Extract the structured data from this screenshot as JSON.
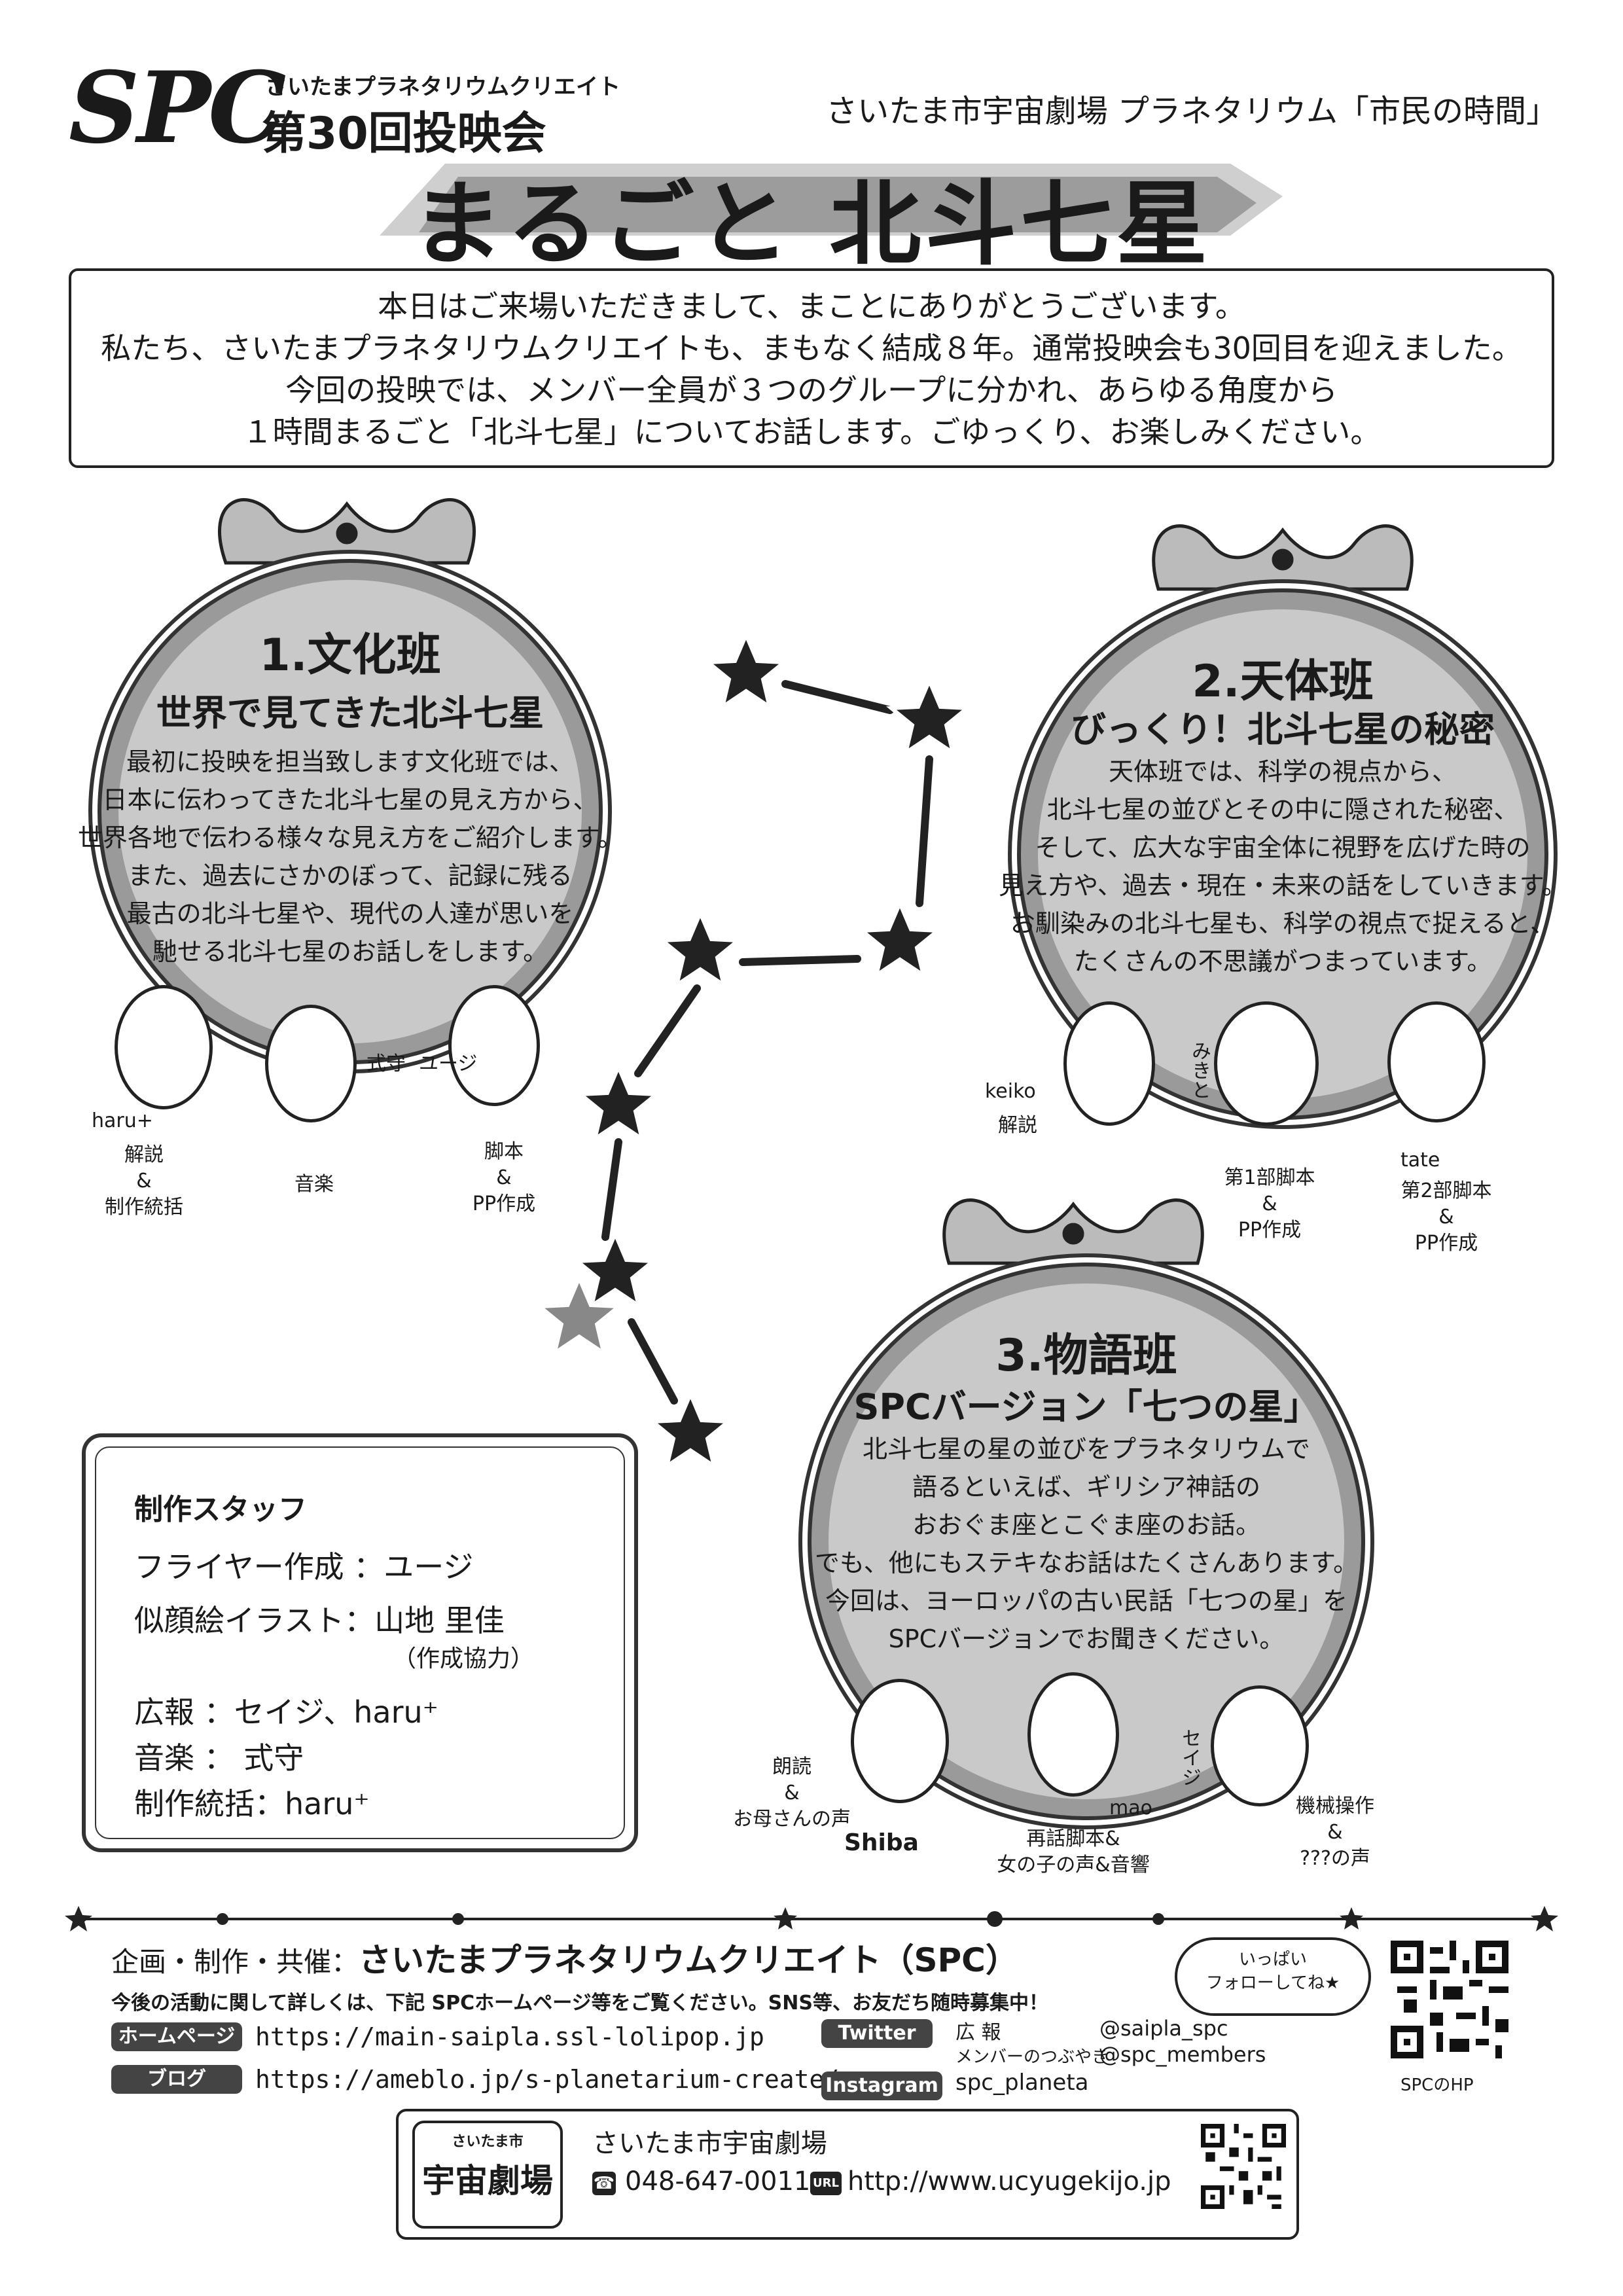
{
  "header": {
    "logo": "SPC",
    "org_small": "さいたまプラネタリウムクリエイト",
    "event_no": "第30回投映会",
    "venue": "さいたま市宇宙劇場 プラネタリウム「市民の時間」",
    "title": "まるごと 北斗七星"
  },
  "intro": {
    "lines": [
      "本日はご来場いただきまして、まことにありがとうございます。",
      "私たち、さいたまプラネタリウムクリエイトも、まもなく結成８年。通常投映会も30回目を迎えました。",
      "今回の投映では、メンバー全員が３つのグループに分かれ、あらゆる角度から",
      "１時間まるごと「北斗七星」についてお話します。ごゆっくり、お楽しみください。"
    ]
  },
  "groups": [
    {
      "title": "1.文化班",
      "subtitle": "世界で見てきた北斗七星",
      "lines": [
        "最初に投映を担当致します文化班では、",
        "日本に伝わってきた北斗七星の見え方から、",
        "世界各地で伝わる様々な見え方をご紹介します。",
        "また、過去にさかのぼって、記録に残る",
        "最古の北斗七星や、現代の人達が思いを",
        "馳せる北斗七星のお話しをします。"
      ],
      "members": [
        {
          "name": "haru+",
          "role": [
            "解説",
            "&",
            "制作統括"
          ]
        },
        {
          "name": "式守",
          "role": [
            "音楽"
          ]
        },
        {
          "name": "ユージ",
          "role": [
            "脚本",
            "&",
            "PP作成"
          ]
        }
      ]
    },
    {
      "title": "2.天体班",
      "subtitle": "びっくり！北斗七星の秘密",
      "lines": [
        "天体班では、科学の視点から、",
        "北斗七星の並びとその中に隠された秘密、",
        "そして、広大な宇宙全体に視野を広げた時の",
        "見え方や、過去・現在・未来の話をしていきます。",
        "お馴染みの北斗七星も、科学の視点で捉えると、",
        "たくさんの不思議がつまっています。"
      ],
      "members": [
        {
          "name": "keiko",
          "role": [
            "解説"
          ]
        },
        {
          "name": "みきと",
          "role": [
            "第1部脚本",
            "&",
            "PP作成"
          ]
        },
        {
          "name": "tate",
          "role": [
            "第2部脚本",
            "&",
            "PP作成"
          ]
        }
      ]
    },
    {
      "title": "3.物語班",
      "subtitle": "SPCバージョン「七つの星」",
      "lines": [
        "北斗七星の星の並びをプラネタリウムで",
        "語るといえば、ギリシア神話の",
        "おおぐま座とこぐま座のお話。",
        "でも、他にもステキなお話はたくさんあります。",
        "今回は、ヨーロッパの古い民話「七つの星」を",
        "SPCバージョンでお聞きください。"
      ],
      "members": [
        {
          "name": "Shiba",
          "role": [
            "朗読",
            "&",
            "お母さんの声"
          ]
        },
        {
          "name": "mao",
          "role": [
            "再話脚本&",
            "女の子の声&音響"
          ]
        },
        {
          "name": "セイジ",
          "role": [
            "機械操作",
            "&",
            "???の声"
          ]
        }
      ]
    }
  ],
  "staff": {
    "title": "制作スタッフ",
    "flyer": "フライヤー作成 ：ユージ",
    "illust": "似顔絵イラスト：山地 里佳",
    "illust_note": "（作成協力）",
    "pr": "広報 ：セイジ、haru⁺",
    "music": "音楽 ： 式守",
    "director": "制作統括：haru⁺"
  },
  "footer": {
    "producer_label": "企画・制作・共催：",
    "producer": "さいたまプラネタリウムクリエイト（SPC）",
    "note": "今後の活動に関して詳しくは、下記 SPCホームページ等をご覧ください。SNS等、お友だち随時募集中！",
    "hp_label": "ホームページ",
    "hp_url": "https://main-saipla.ssl-lolipop.jp",
    "blog_label": "ブログ",
    "blog_url": "https://ameblo.jp/s-planetarium-create/",
    "twitter_label": "Twitter",
    "tw_pr_label": "広 報",
    "tw_pr": "@saipla_spc",
    "tw_mem_label": "メンバーのつぶやき",
    "tw_mem": "@spc_members",
    "insta_label": "Instagram",
    "insta": "spc_planeta",
    "bubble_l1": "いっぱい",
    "bubble_l2": "フォローしてね★",
    "qr_caption": "SPCのHP"
  },
  "venue_box": {
    "logo_top": "さいたま市",
    "logo": "宇宙劇場",
    "name": "さいたま市宇宙劇場",
    "tel": "048-647-0011",
    "url_label": "URL",
    "url": "http://www.ucyugekijo.jp"
  }
}
